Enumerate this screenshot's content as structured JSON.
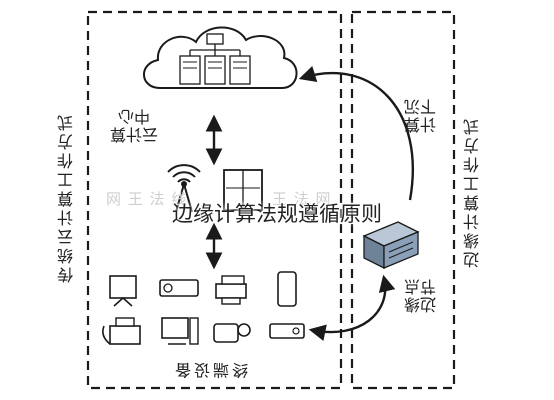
{
  "caption": "边缘计算法规遵循原则",
  "watermark_left": "网 王 法 线",
  "watermark_right": "王 法 网",
  "left_side_title": "传统云计算工作方式",
  "right_side_title": "边缘计算工作方式",
  "cloud_label": "云计算\n中心",
  "cloud_edge_label": "计算\n下沉",
  "edge_node_label": "边缘\n节点",
  "terminal_label": "终端设备",
  "colors": {
    "stroke": "#1a1a1a",
    "device_fill": "#ffffff",
    "server_fill": "#8aa0b8"
  }
}
